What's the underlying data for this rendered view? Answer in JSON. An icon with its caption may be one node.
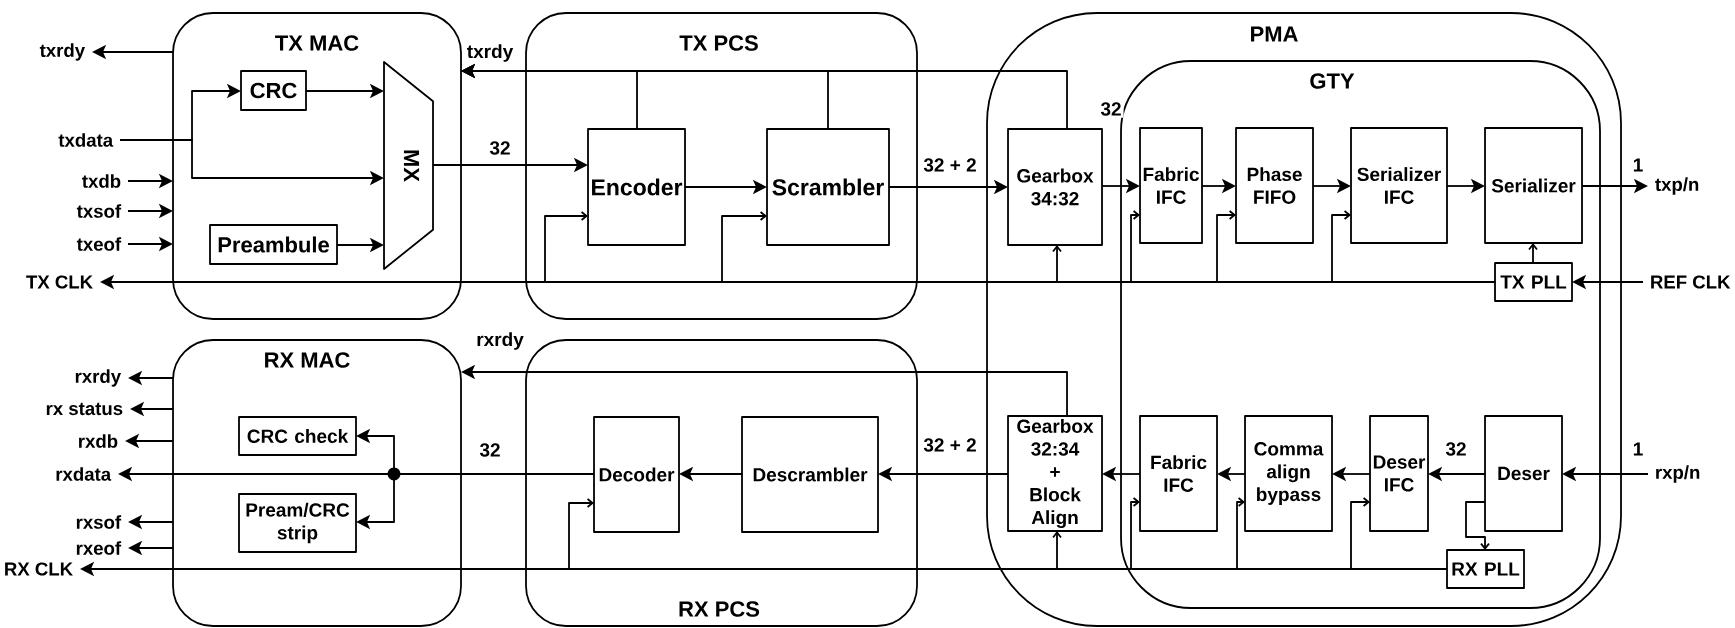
{
  "diagram": {
    "nodes": [
      {
        "text": [
          "TX MAC"
        ]
      },
      {
        "text": [
          "CRC"
        ],
        "in": 0
      },
      {
        "text": [
          "MX"
        ],
        "in": 0
      },
      {
        "text": [
          "Preambule"
        ],
        "in": 0
      },
      {
        "text": [
          "TX PCS"
        ]
      },
      {
        "text": [
          "Encoder"
        ],
        "in": 4
      },
      {
        "text": [
          "Scrambler"
        ],
        "in": 4
      },
      {
        "text": [
          "PMA"
        ]
      },
      {
        "text": [
          "Gearbox 34:32"
        ],
        "in": 7
      },
      {
        "text": [
          "GTY"
        ],
        "in": 7
      },
      {
        "text": [
          "Fabric IFC"
        ],
        "in": 9
      },
      {
        "text": [
          "Phase FIFO"
        ],
        "in": 9
      },
      {
        "text": [
          "Serializer IFC"
        ],
        "in": 9
      },
      {
        "text": [
          "Serializer"
        ],
        "in": 9
      },
      {
        "text": [
          "TX PLL"
        ],
        "in": 9
      },
      {
        "text": [
          "RX MAC"
        ]
      },
      {
        "text": [
          "CRC check"
        ],
        "in": 15
      },
      {
        "text": [
          "Pream/CRC strip"
        ],
        "in": 15
      },
      {
        "text": [
          "RX PCS"
        ]
      },
      {
        "text": [
          "Decoder"
        ],
        "in": 18
      },
      {
        "text": [
          "Descrambler"
        ],
        "in": 18
      },
      {
        "text": [
          "Gearbox 32:34 + Block Align"
        ],
        "in": 7
      },
      {
        "text": [
          "Fabric IFC"
        ],
        "in": 9
      },
      {
        "text": [
          "Comma align bypass"
        ],
        "in": 9
      },
      {
        "text": [
          "Deser IFC"
        ],
        "in": 9
      },
      {
        "text": [
          "Deser"
        ],
        "in": 9
      },
      {
        "text": [
          "RX PLL"
        ],
        "in": 9
      },
      {
        "text": [
          "txrdy"
        ]
      },
      {
        "text": [
          "txdata"
        ]
      },
      {
        "text": [
          "txdb"
        ]
      },
      {
        "text": [
          "txsof"
        ]
      },
      {
        "text": [
          "txeof"
        ]
      },
      {
        "text": [
          "TX CLK"
        ]
      },
      {
        "text": [
          "txp/n"
        ]
      },
      {
        "text": [
          "REF CLK"
        ]
      },
      {
        "text": [
          "rxrdy"
        ]
      },
      {
        "text": [
          "rx status"
        ]
      },
      {
        "text": [
          "rxdb"
        ]
      },
      {
        "text": [
          "rxdata"
        ]
      },
      {
        "text": [
          "rxsof"
        ]
      },
      {
        "text": [
          "rxeof"
        ]
      },
      {
        "text": [
          "RX CLK"
        ]
      },
      {
        "text": [
          "rxp/n"
        ]
      }
    ],
    "edges": [
      {
        "from": 28,
        "to": 1,
        "arrow": "to"
      },
      {
        "from": 28,
        "to": 2,
        "arrow": "to"
      },
      {
        "from": 1,
        "to": 2,
        "arrow": "to"
      },
      {
        "from": 3,
        "to": 2,
        "arrow": "to"
      },
      {
        "from": 2,
        "to": 5,
        "arrow": "to",
        "label": "32"
      },
      {
        "from": 5,
        "to": 6,
        "arrow": "to"
      },
      {
        "from": 6,
        "to": 8,
        "arrow": "to",
        "label": "32 + 2"
      },
      {
        "from": 8,
        "to": 10,
        "arrow": "to",
        "label": "32"
      },
      {
        "from": 10,
        "to": 11,
        "arrow": "to"
      },
      {
        "from": 11,
        "to": 12,
        "arrow": "to"
      },
      {
        "from": 12,
        "to": 13,
        "arrow": "to"
      },
      {
        "from": 13,
        "to": 33,
        "arrow": "to",
        "label": "1"
      },
      {
        "from": 34,
        "to": 14,
        "arrow": "to"
      },
      {
        "from": 14,
        "to": 13,
        "arrow": "to"
      },
      {
        "from": 14,
        "to": 32,
        "arrow": "to"
      },
      {
        "from": 14,
        "to": 5,
        "arrow": "to"
      },
      {
        "from": 14,
        "to": 6,
        "arrow": "to"
      },
      {
        "from": 14,
        "to": 8,
        "arrow": "to"
      },
      {
        "from": 14,
        "to": 10,
        "arrow": "to"
      },
      {
        "from": 14,
        "to": 11,
        "arrow": "to"
      },
      {
        "from": 14,
        "to": 12,
        "arrow": "to"
      },
      {
        "from": 8,
        "to": 0,
        "arrow": "to",
        "label": "txrdy"
      },
      {
        "from": 5,
        "to": 0,
        "arrow": "to"
      },
      {
        "from": 6,
        "to": 0,
        "arrow": "to"
      },
      {
        "from": 0,
        "to": 27,
        "arrow": "to"
      },
      {
        "from": 29,
        "to": 0,
        "arrow": "to"
      },
      {
        "from": 30,
        "to": 0,
        "arrow": "to"
      },
      {
        "from": 31,
        "to": 0,
        "arrow": "to"
      },
      {
        "from": 42,
        "to": 25,
        "arrow": "to",
        "label": "1"
      },
      {
        "from": 25,
        "to": 24,
        "arrow": "to",
        "label": "32"
      },
      {
        "from": 24,
        "to": 23,
        "arrow": "to"
      },
      {
        "from": 23,
        "to": 22,
        "arrow": "to"
      },
      {
        "from": 22,
        "to": 21,
        "arrow": "to"
      },
      {
        "from": 21,
        "to": 20,
        "arrow": "to",
        "label": "32 + 2"
      },
      {
        "from": 20,
        "to": 19,
        "arrow": "to"
      },
      {
        "from": 19,
        "to": 38,
        "arrow": "to",
        "label": "32"
      },
      {
        "from": 19,
        "to": 16,
        "arrow": "to"
      },
      {
        "from": 19,
        "to": 17,
        "arrow": "to"
      },
      {
        "from": 25,
        "to": 26,
        "arrow": "to"
      },
      {
        "from": 26,
        "to": 41,
        "arrow": "to"
      },
      {
        "from": 26,
        "to": 19,
        "arrow": "to"
      },
      {
        "from": 26,
        "to": 21,
        "arrow": "to"
      },
      {
        "from": 26,
        "to": 22,
        "arrow": "to"
      },
      {
        "from": 26,
        "to": 23,
        "arrow": "to"
      },
      {
        "from": 26,
        "to": 24,
        "arrow": "to"
      },
      {
        "from": 21,
        "to": 15,
        "arrow": "to",
        "label": "rxrdy"
      },
      {
        "from": 15,
        "to": 35,
        "arrow": "to"
      },
      {
        "from": 15,
        "to": 36,
        "arrow": "to"
      },
      {
        "from": 15,
        "to": 37,
        "arrow": "to"
      },
      {
        "from": 15,
        "to": 39,
        "arrow": "to"
      },
      {
        "from": 15,
        "to": 40,
        "arrow": "to"
      }
    ]
  }
}
